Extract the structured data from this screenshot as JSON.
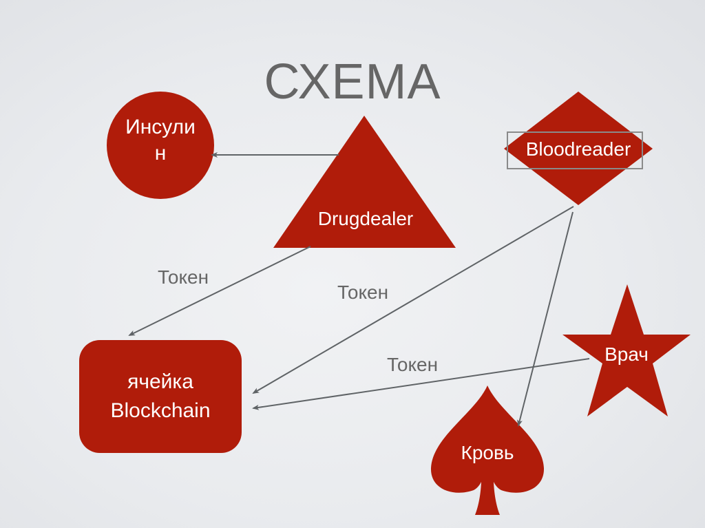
{
  "slide": {
    "title": "СХЕМА"
  },
  "colors": {
    "shape_fill": "#b01c0a",
    "arrow": "#5f6366",
    "label_text": "#666666",
    "node_text": "#ffffff"
  },
  "nodes": {
    "insulin": {
      "label_line1": "Инсули",
      "label_line2": "н",
      "shape": "circle"
    },
    "drugdealer": {
      "label": "Drugdealer",
      "shape": "triangle"
    },
    "bloodreader": {
      "label": "Bloodreader",
      "shape": "diamond"
    },
    "blockchain": {
      "label_line1": "ячейка",
      "label_line2": "Blockchain",
      "shape": "rounded-rectangle"
    },
    "doctor": {
      "label": "Врач",
      "shape": "star"
    },
    "blood": {
      "label": "Кровь",
      "shape": "spade"
    }
  },
  "edges": [
    {
      "from": "drugdealer",
      "to": "insulin",
      "label": ""
    },
    {
      "from": "drugdealer",
      "to": "blockchain",
      "label": "Токен"
    },
    {
      "from": "bloodreader",
      "to": "blockchain",
      "label": "Токен"
    },
    {
      "from": "doctor",
      "to": "blockchain",
      "label": "Токен"
    },
    {
      "from": "bloodreader",
      "to": "blood",
      "label": ""
    }
  ]
}
